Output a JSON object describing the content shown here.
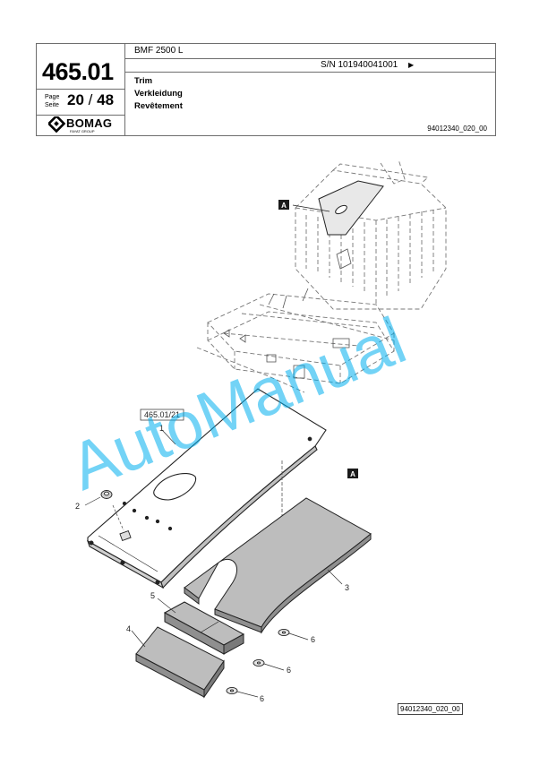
{
  "header": {
    "model": "BMF 2500 L",
    "serial": "S/N 101940041001",
    "serial_arrow": "▶",
    "section_number": "465.01",
    "page_label_en": "Page",
    "page_label_de": "Seite",
    "page_current": "20",
    "page_sep": "/",
    "page_total": "48",
    "brand": "BOMAG",
    "brand_sub": "FAYAT GROUP",
    "title_en": "Trim",
    "title_de": "Verkleidung",
    "title_fr": "Revêtement",
    "doc_ref": "94012340_020_00"
  },
  "drawing": {
    "view_label_top": "A",
    "view_label_detail": "A",
    "ref_box": "465.01/21",
    "callouts": [
      "1",
      "2",
      "3",
      "4",
      "5",
      "6",
      "6",
      "6"
    ]
  },
  "watermark": "AutoManual",
  "footer": {
    "doc_ref": "94012340_020_00"
  }
}
